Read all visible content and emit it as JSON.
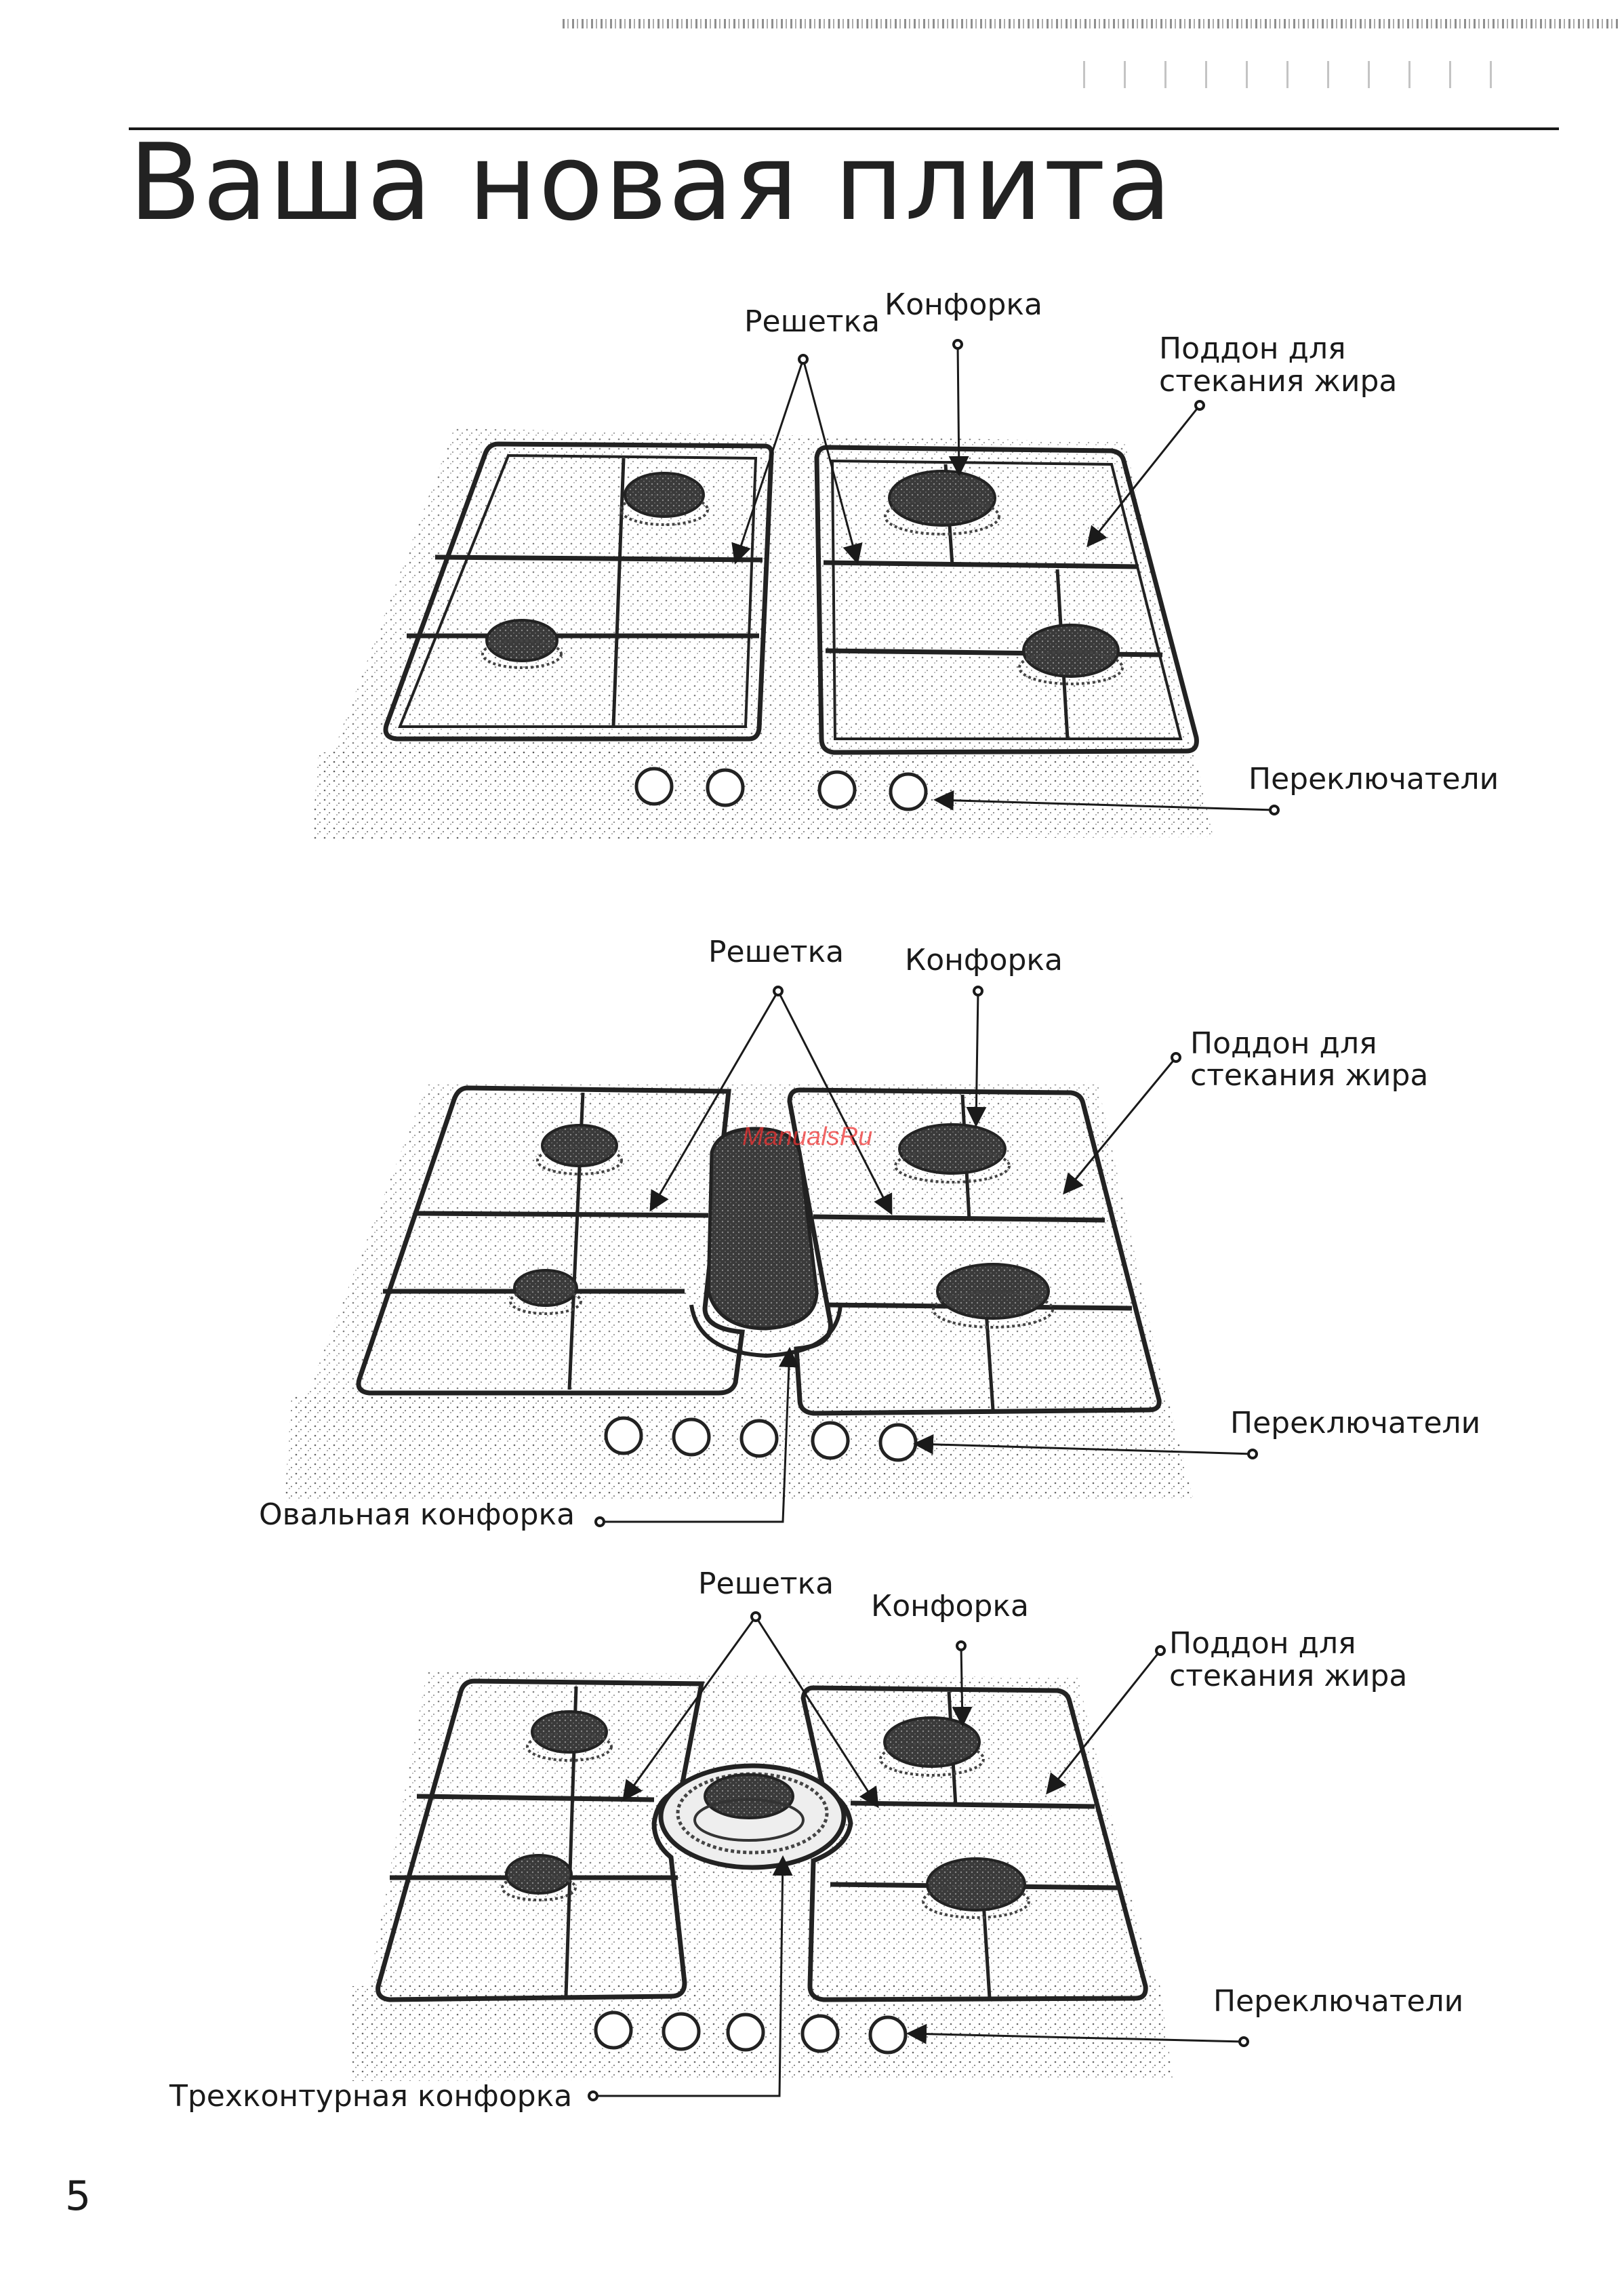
{
  "page": {
    "title": "Ваша новая плита",
    "number": "5",
    "watermark": "ManualsRu"
  },
  "diagram1": {
    "grate": "Решетка",
    "burner": "Конфорка",
    "drip_pan_line1": "Поддон для",
    "drip_pan_line2": "стекания жира",
    "switches": "Переключатели"
  },
  "diagram2": {
    "grate": "Решетка",
    "burner": "Конфорка",
    "drip_pan_line1": "Поддон для",
    "drip_pan_line2": "стекания жира",
    "switches": "Переключатели",
    "oval_burner": "Овальная конфорка"
  },
  "diagram3": {
    "grate": "Решетка",
    "burner": "Конфорка",
    "drip_pan_line1": "Поддон для",
    "drip_pan_line2": "стекания жира",
    "switches": "Переключатели",
    "triple_ring_burner": "Трехконтурная конфорка"
  }
}
